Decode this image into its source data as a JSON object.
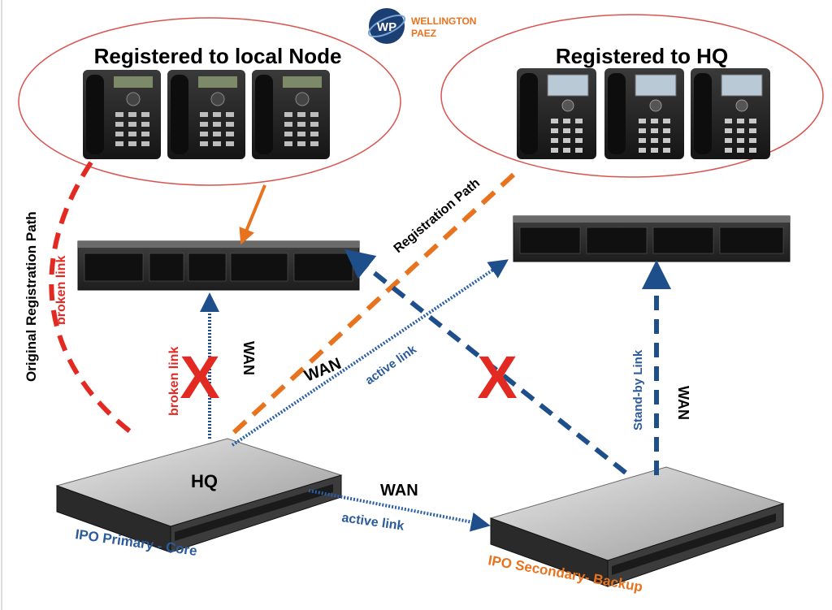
{
  "logo": {
    "line1": "WELLINGTON",
    "line2": "PAEZ",
    "mark": "WP"
  },
  "groups": {
    "local_node": {
      "title": "Registered to local Node"
    },
    "hq": {
      "title": "Registered to HQ"
    }
  },
  "labels": {
    "original_registration_path": "Original Registration Path",
    "broken_link_red_vertical": "broken link",
    "registration_path": "Registration Path",
    "wan_upper_left": "WAN",
    "broken_link_blue": "broken link",
    "wan_center": "WAN",
    "active_link_center": "active link",
    "standby_link": "Stand-by Link",
    "wan_right": "WAN",
    "hq": "HQ",
    "wan_bottom": "WAN",
    "active_link_bottom": "active link",
    "ipo_primary": "IPO Primary - Core",
    "ipo_secondary": "IPO Secondary- Backup"
  },
  "marks": {
    "x_left": "X",
    "x_right": "X"
  },
  "colors": {
    "red": "#e32a22",
    "orange": "#e8731f",
    "blue": "#1f4f8a",
    "dark_blue_text": "#2b5b9a",
    "orange_text": "#e8731f",
    "ellipse": "#d9534f"
  },
  "icons": {
    "phone_local": "avaya-1608-phone-icon",
    "phone_hq": "avaya-9608-phone-icon",
    "expansion": "ip500-expansion-chassis-icon",
    "server": "rack-server-icon"
  }
}
